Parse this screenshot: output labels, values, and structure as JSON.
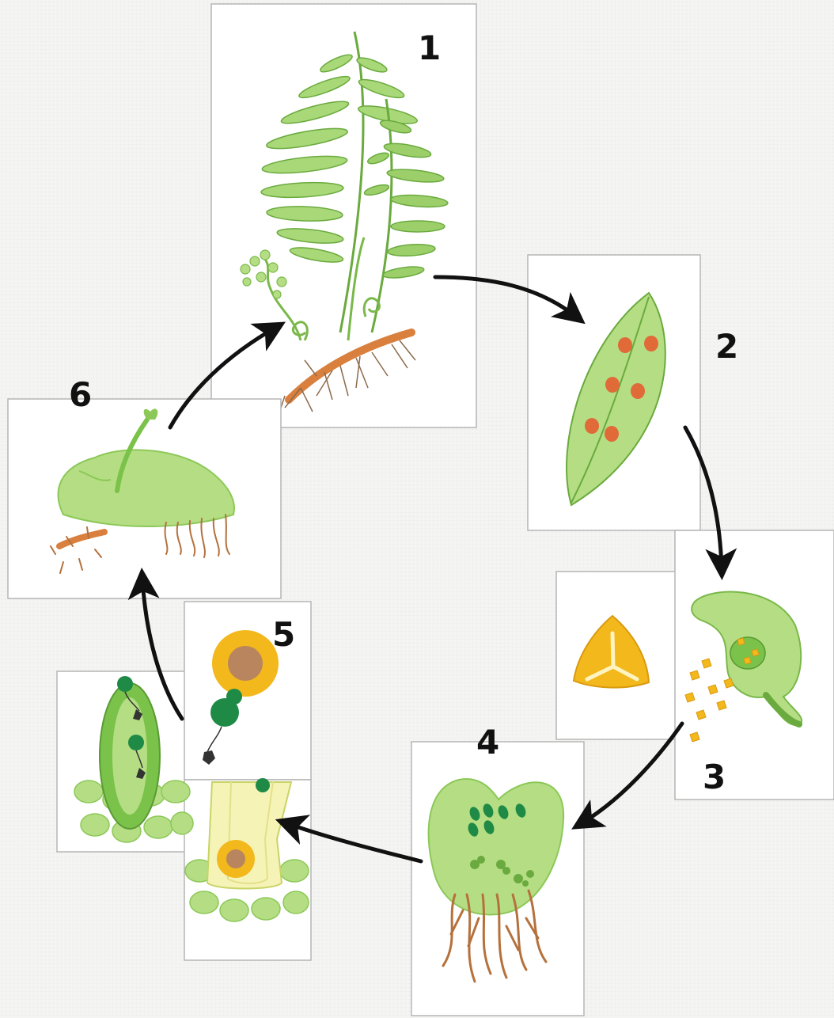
{
  "stages": [
    {
      "id": 1,
      "label": "1"
    },
    {
      "id": 2,
      "label": "2"
    },
    {
      "id": 3,
      "label": "3"
    },
    {
      "id": 4,
      "label": "4"
    },
    {
      "id": 5,
      "label": "5"
    },
    {
      "id": 6,
      "label": "6"
    }
  ],
  "colors": {
    "leaf_light": "#b5de84",
    "leaf_mid": "#8cc858",
    "leaf_dark": "#6aaa3e",
    "sorus": "#e06a38",
    "spore": "#f2b81c",
    "root": "#b5713c",
    "cell_dark": "#1e8a46",
    "egg_brown": "#b8855e",
    "frame": "#b5b5b5"
  }
}
